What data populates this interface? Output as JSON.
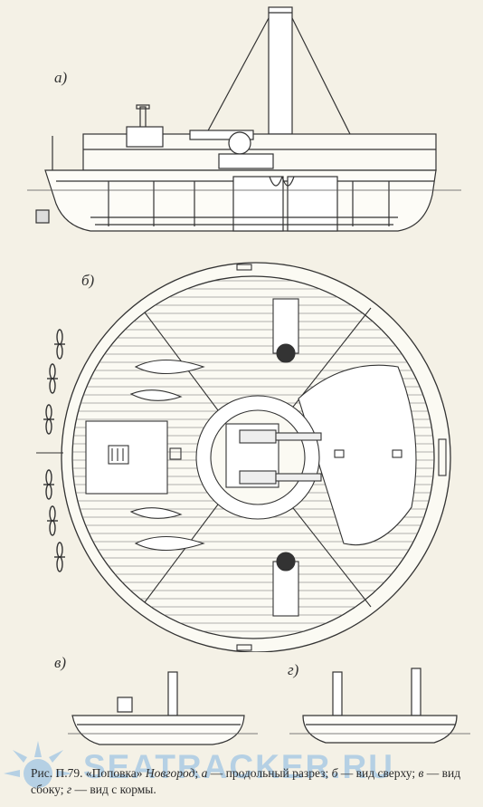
{
  "figure": {
    "labels": {
      "a": "а)",
      "b": "б)",
      "v": "в)",
      "g": "г)"
    },
    "caption": {
      "prefix": "Рис. П.79. «Поповка»",
      "ship_name": "Новгород",
      "sep1": ";",
      "part_a_letter": "а",
      "part_a_text": "— продольный разрез;",
      "part_b_letter": "б",
      "part_b_text": "— вид сверху;",
      "part_v_letter": "в",
      "part_v_text": "— вид сбоку;",
      "part_g_letter": "г",
      "part_g_text": "— вид с кормы."
    }
  },
  "watermark": {
    "text": "SEATRACKER.RU",
    "color": "#82b4e1"
  }
}
